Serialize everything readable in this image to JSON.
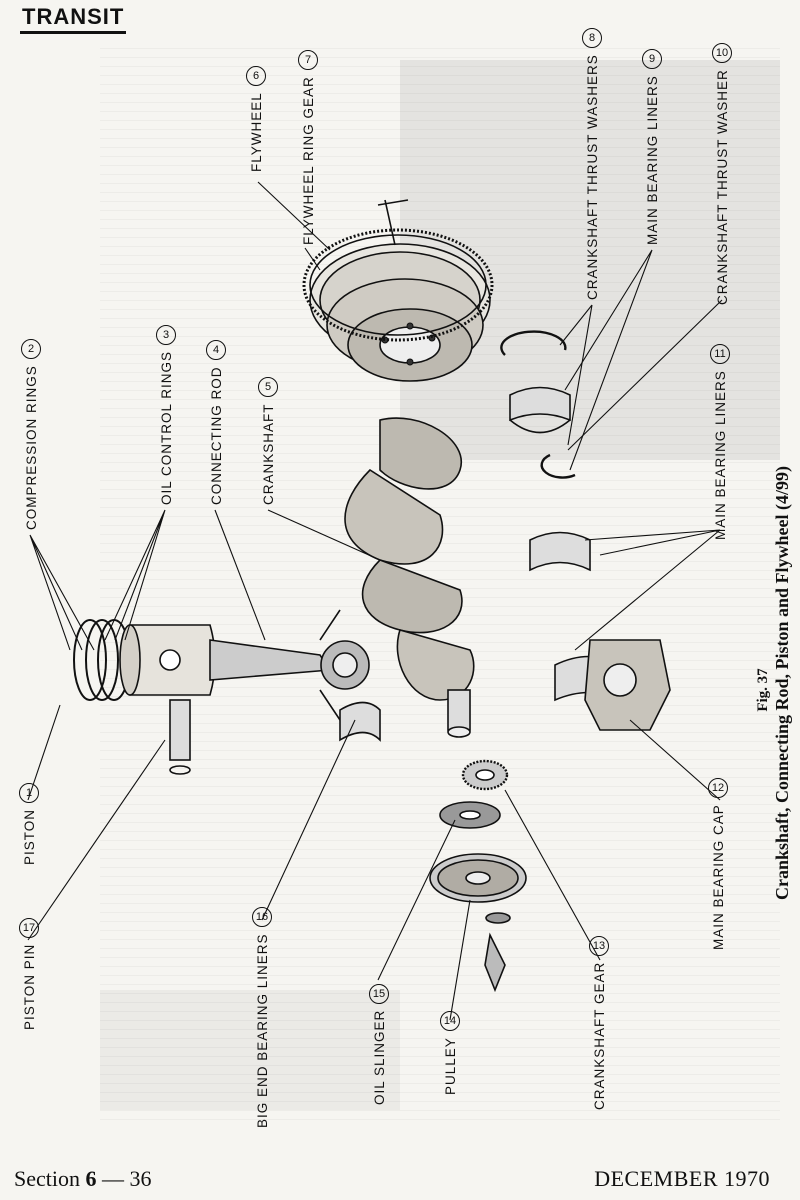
{
  "header": {
    "title": "TRANSIT"
  },
  "labels": [
    {
      "num": "1",
      "text": "PISTON"
    },
    {
      "num": "2",
      "text": "COMPRESSION RINGS"
    },
    {
      "num": "3",
      "text": "OIL CONTROL RINGS"
    },
    {
      "num": "4",
      "text": "CONNECTING ROD"
    },
    {
      "num": "5",
      "text": "CRANKSHAFT"
    },
    {
      "num": "6",
      "text": "FLYWHEEL"
    },
    {
      "num": "7",
      "text": "FLYWHEEL RING GEAR"
    },
    {
      "num": "8",
      "text": "CRANKSHAFT THRUST WASHERS"
    },
    {
      "num": "9",
      "text": "MAIN BEARING LINERS"
    },
    {
      "num": "10",
      "text": "CRANKSHAFT THRUST WASHER"
    },
    {
      "num": "11",
      "text": "MAIN BEARING LINERS"
    },
    {
      "num": "12",
      "text": "MAIN BEARING CAP"
    },
    {
      "num": "13",
      "text": "CRANKSHAFT GEAR"
    },
    {
      "num": "14",
      "text": "PULLEY"
    },
    {
      "num": "15",
      "text": "OIL SLINGER"
    },
    {
      "num": "16",
      "text": "BIG END BEARING LINERS"
    },
    {
      "num": "17",
      "text": "PISTON PIN"
    }
  ],
  "caption": {
    "fig": "Fig. 37",
    "title": "Crankshaft, Connecting Rod, Piston and Flywheel (4/99)"
  },
  "footer": {
    "section_label": "Section",
    "section_number": "6",
    "page_number": "— 36",
    "date": "DECEMBER 1970"
  }
}
